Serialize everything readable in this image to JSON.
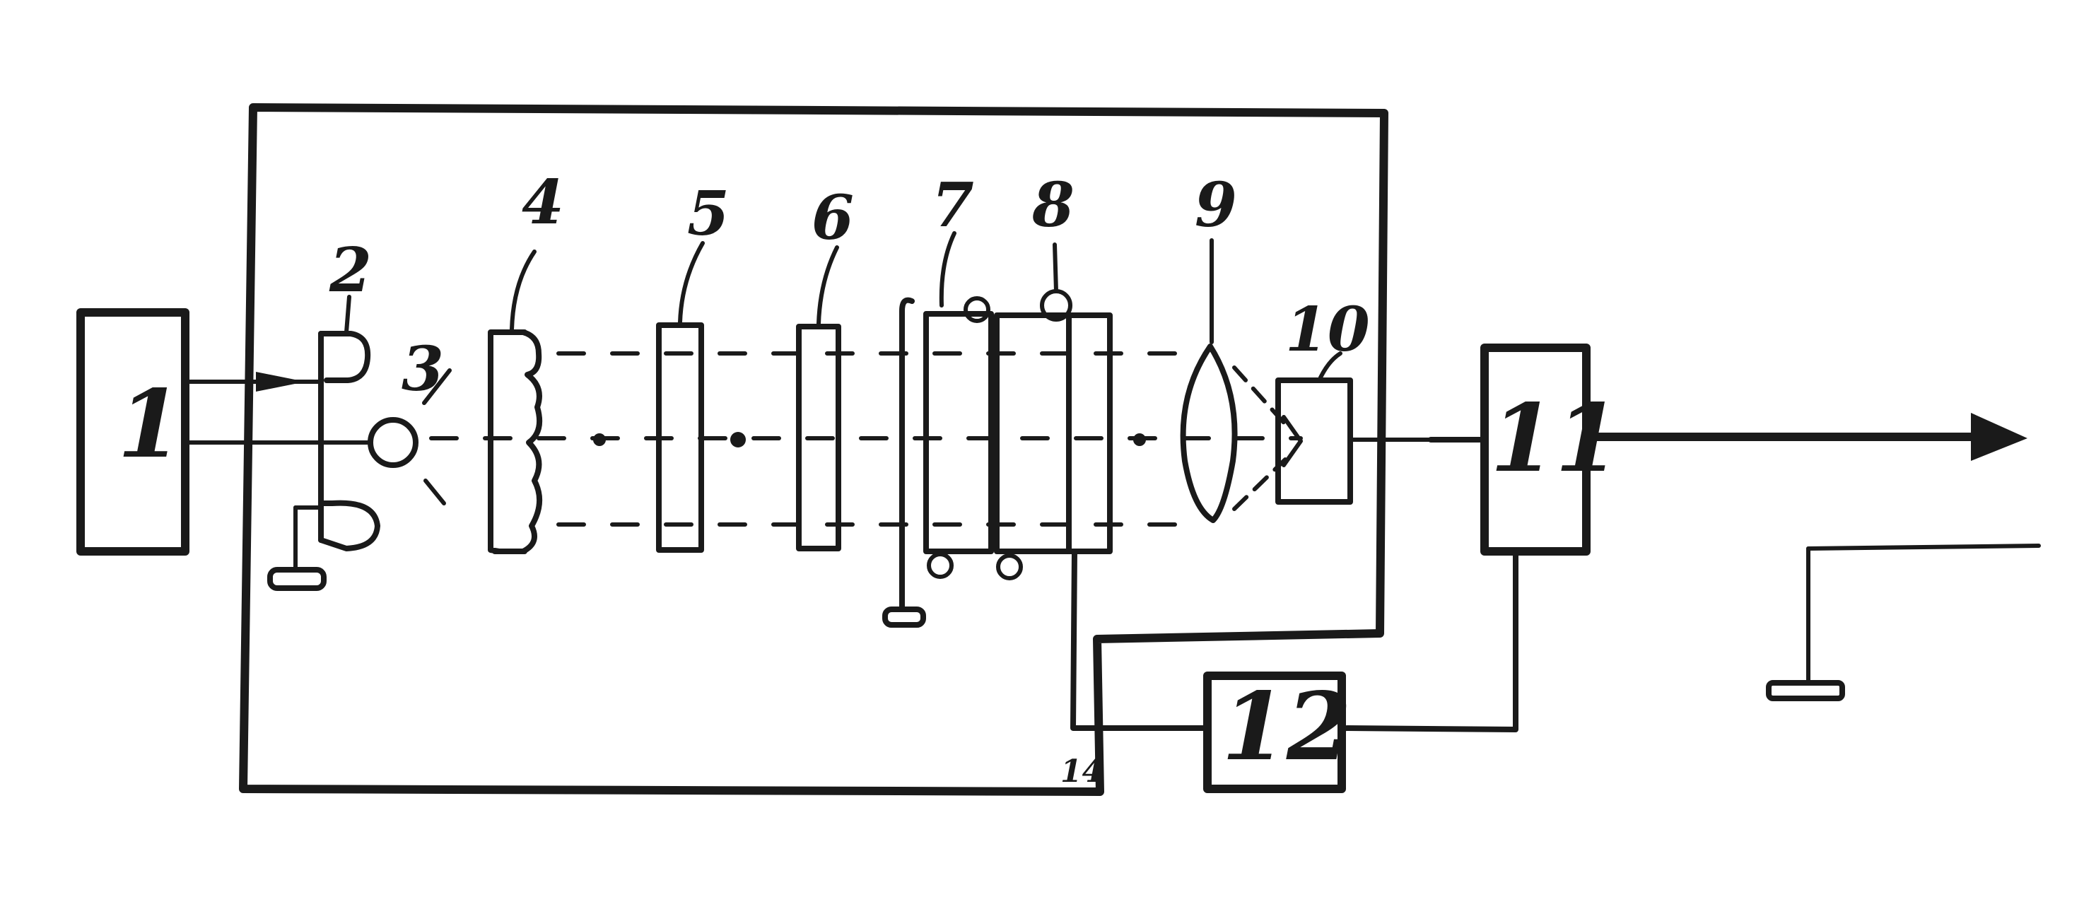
{
  "diagram": {
    "labels": {
      "block_1": "1",
      "part_2": "2",
      "part_3": "3",
      "part_4": "4",
      "part_5": "5",
      "part_6": "6",
      "part_7": "7",
      "part_8": "8",
      "part_9": "9",
      "part_10": "10",
      "block_11": "11",
      "block_12": "12",
      "enclosure_mark": "14"
    }
  }
}
